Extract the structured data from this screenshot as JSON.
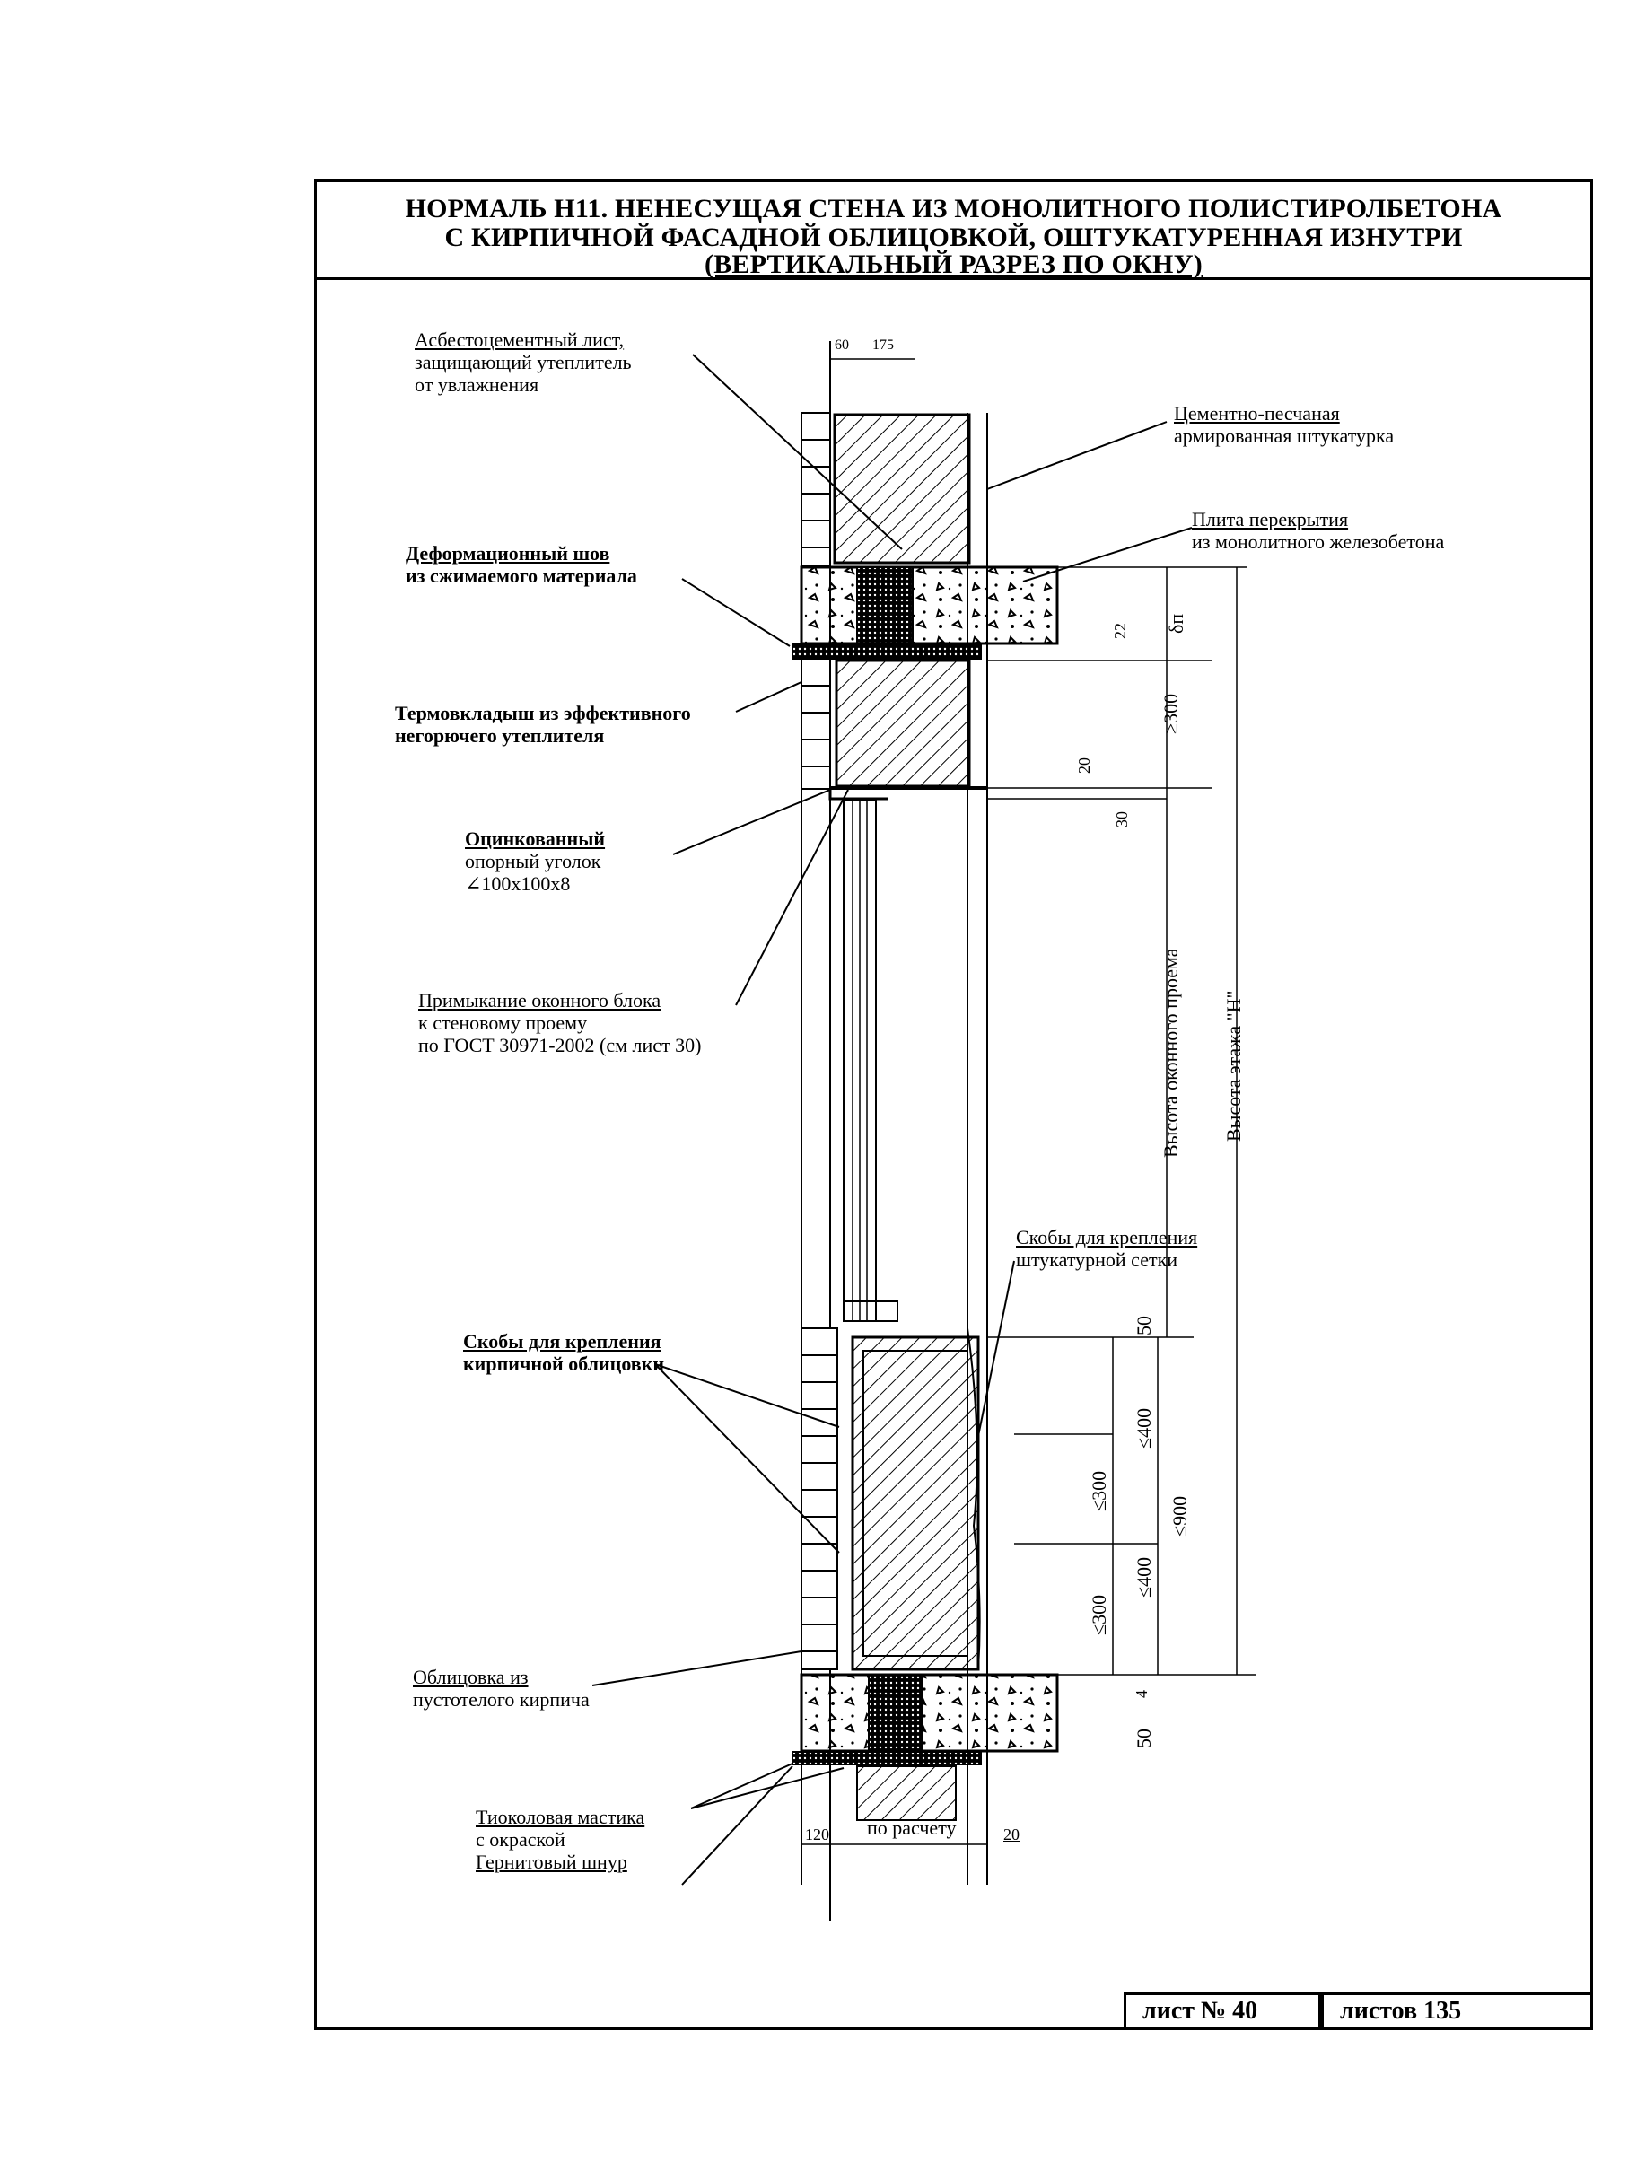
{
  "title": {
    "line1": "НОРМАЛЬ Н11. НЕНЕСУЩАЯ СТЕНА ИЗ МОНОЛИТНОГО ПОЛИСТИРОЛБЕТОНА",
    "line2": "С КИРПИЧНОЙ ФАСАДНОЙ ОБЛИЦОВКОЙ, ОШТУКАТУРЕННАЯ ИЗНУТРИ",
    "line3": "(ВЕРТИКАЛЬНЫЙ РАЗРЕЗ ПО ОКНУ)"
  },
  "labels": {
    "asbestos": [
      "Асбестоцементный лист,",
      "защищающий утеплитель",
      "от увлажнения"
    ],
    "plaster": [
      "Цементно-песчаная",
      "армированная штукатурка"
    ],
    "slab": [
      "Плита перекрытия",
      "из монолитного железобетона"
    ],
    "deform": [
      "Деформационный шов",
      "из сжимаемого материала"
    ],
    "thermo": [
      "Термовкладыш из эффективного",
      "негорючего утеплителя"
    ],
    "angle": [
      "Оцинкованный",
      "опорный уголок",
      "∠100х100х8"
    ],
    "window": [
      "Примыкание оконного блока",
      "к стеновому проему",
      "по ГОСТ 30971-2002 (см  лист 30)"
    ],
    "brackets_mesh": [
      "Скобы для крепления",
      "штукатурной сетки"
    ],
    "brackets_brick": [
      "Скобы для крепления",
      "кирпичной облицовки"
    ],
    "cladding": [
      "Облицовка из",
      "пустотелого кирпича"
    ],
    "mastic": [
      "Тиоколовая мастика",
      "с окраской",
      "Гернитовый шнур"
    ]
  },
  "dimensions": {
    "top_60": "60",
    "top_175": "175",
    "d22": "22",
    "delta_p": "δп",
    "ge300": "≥300",
    "d20": "20",
    "d30": "30",
    "window_height": "Высота оконного проема",
    "floor_height": "Высота этажа \"Н\"",
    "d50_top": "50",
    "le400_a": "≤400",
    "le300_a": "≤300",
    "le900": "≤900",
    "le400_b": "≤400",
    "le300_b": "≤300",
    "d4": "4",
    "d50_bot": "50",
    "bottom_120": "120",
    "bottom_calc": "по расчету",
    "bottom_20": "20"
  },
  "sheet": {
    "sheet_no": "лист № 40",
    "sheets_total": "листов  135"
  }
}
